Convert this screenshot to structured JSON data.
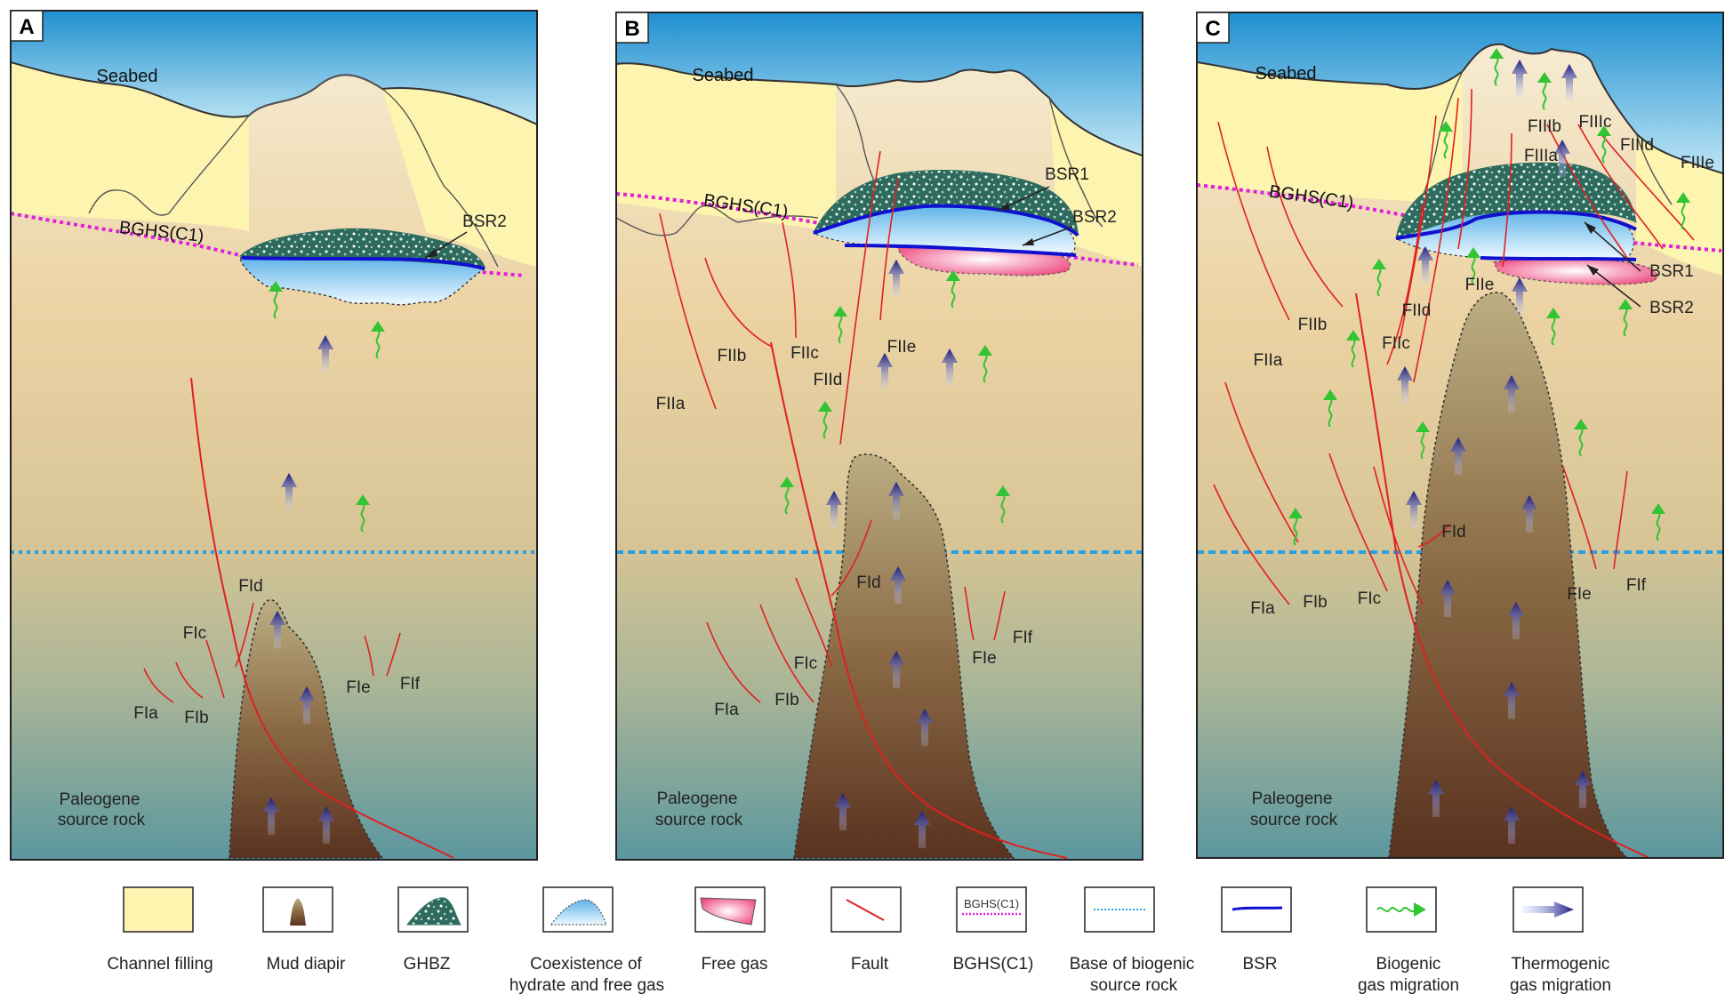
{
  "panels": [
    {
      "letter": "A",
      "seabed": "Seabed",
      "bghs": "BGHS(C1)",
      "bsr_labels": [
        "BSR2"
      ],
      "faults": [
        "FIa",
        "FIb",
        "FIc",
        "FId",
        "FIe",
        "FIf"
      ],
      "source_rock": [
        "Paleogene",
        "source rock"
      ]
    },
    {
      "letter": "B",
      "seabed": "Seabed",
      "bghs": "BGHS(C1)",
      "bsr_labels": [
        "BSR1",
        "BSR2"
      ],
      "faults": [
        "FIIa",
        "FIIb",
        "FIIc",
        "FIId",
        "FIIe",
        "FIa",
        "FIb",
        "FIc",
        "FId",
        "FIe",
        "FIf"
      ],
      "source_rock": [
        "Paleogene",
        "source rock"
      ]
    },
    {
      "letter": "C",
      "seabed": "Seabed",
      "bghs": "BGHS(C1)",
      "bsr_labels": [
        "BSR1",
        "BSR2"
      ],
      "faults": [
        "FIIIa",
        "FIIIb",
        "FIIIc",
        "FIIId",
        "FIIIe",
        "FIIa",
        "FIIb",
        "FIIc",
        "FIId",
        "FIIe",
        "FIa",
        "FIb",
        "FIc",
        "FId",
        "FIe",
        "FIf"
      ],
      "source_rock": [
        "Paleogene",
        "source rock"
      ]
    }
  ],
  "legend": [
    {
      "icon": "channel-filling-swatch",
      "lines": [
        "Channel filling"
      ]
    },
    {
      "icon": "mud-diapir-swatch",
      "lines": [
        "Mud diapir"
      ]
    },
    {
      "icon": "ghbz-swatch",
      "lines": [
        "GHBZ"
      ]
    },
    {
      "icon": "coexistence-swatch",
      "lines": [
        "Coexistence of",
        "hydrate and free gas"
      ]
    },
    {
      "icon": "free-gas-swatch",
      "lines": [
        "Free  gas"
      ]
    },
    {
      "icon": "fault-swatch",
      "lines": [
        "Fault"
      ]
    },
    {
      "icon": "bghs-swatch",
      "lines": [
        "BGHS(C1)"
      ],
      "swatch_text": "BGHS(C1)"
    },
    {
      "icon": "biogenic-base-swatch",
      "lines": [
        "Base of biogenic",
        "source rock"
      ]
    },
    {
      "icon": "bsr-swatch",
      "lines": [
        "BSR"
      ]
    },
    {
      "icon": "biogenic-arrow-icon",
      "lines": [
        "Biogenic",
        "gas migration"
      ]
    },
    {
      "icon": "thermogenic-arrow-icon",
      "lines": [
        "Thermogenic",
        "gas migration"
      ]
    }
  ],
  "colors": {
    "sea_top": "#1f8fd0",
    "sea_bottom": "#bfe6f5",
    "channel_fill": "#fdf4b0",
    "sediment_top": "#f6e7c6",
    "sediment_mid": "#e9cfa0",
    "sediment_low": "#b8b998",
    "sediment_deep": "#5f9aa0",
    "diapir_top": "#b5a57a",
    "diapir_bottom": "#5a3320",
    "fault": "#e02020",
    "bghs": "#e020d8",
    "biogenic_base": "#2aa0e0",
    "bsr": "#1010d0",
    "ghbz": "#2b6e60",
    "free_gas": "#ef5a8a",
    "biogenic_arrow": "#33c433",
    "thermogenic_arrow": "#2a2a90"
  }
}
